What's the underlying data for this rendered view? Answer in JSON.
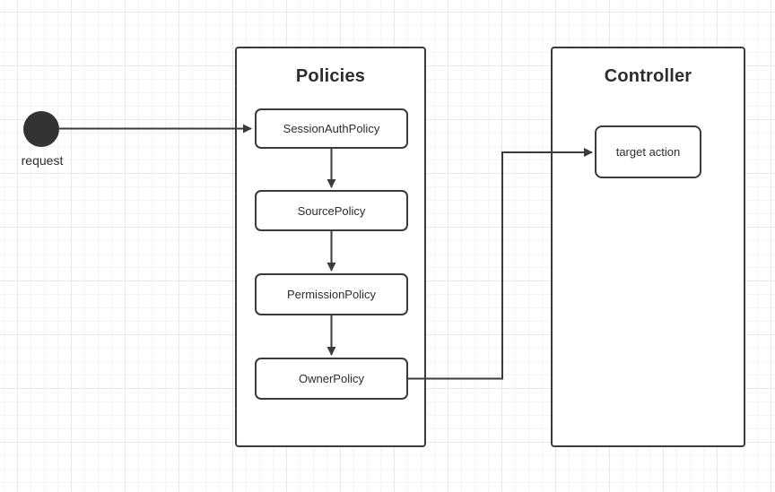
{
  "diagram": {
    "request_node": {
      "label": "request"
    },
    "policies": {
      "title": "Policies",
      "nodes": [
        {
          "label": "SessionAuthPolicy"
        },
        {
          "label": "SourcePolicy"
        },
        {
          "label": "PermissionPolicy"
        },
        {
          "label": "OwnerPolicy"
        }
      ]
    },
    "controller": {
      "title": "Controller",
      "nodes": [
        {
          "label": "target action"
        }
      ]
    },
    "edges": [
      {
        "from": "request",
        "to": "SessionAuthPolicy"
      },
      {
        "from": "SessionAuthPolicy",
        "to": "SourcePolicy"
      },
      {
        "from": "SourcePolicy",
        "to": "PermissionPolicy"
      },
      {
        "from": "PermissionPolicy",
        "to": "OwnerPolicy"
      },
      {
        "from": "OwnerPolicy",
        "to": "target action"
      }
    ],
    "colors": {
      "stroke": "#3b3b3b",
      "shape_fill": "#ffffff",
      "start_node_fill": "#333333",
      "text": "#2d2d2d",
      "grid_minor": "#f4f4f4",
      "grid_major": "#e8e8e8",
      "background": "#ffffff"
    }
  }
}
